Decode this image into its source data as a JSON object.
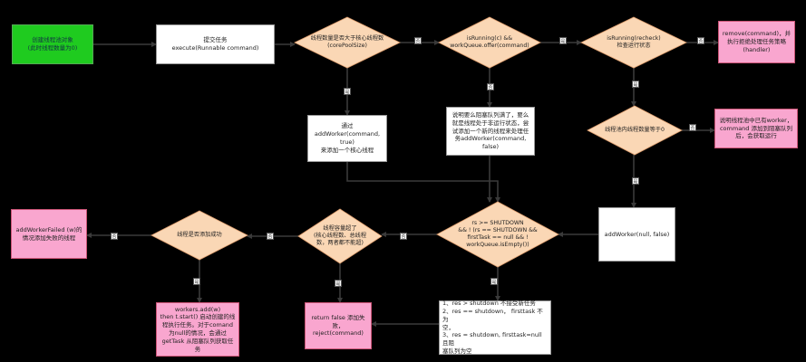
{
  "nodes": {
    "start": "创建线程池对象\n(此时线程数量为0)",
    "submit": "提交任务\nexecute(Runnable command)",
    "check_core": "线程数量是否大于核心线程数\n(corePoolSize)",
    "check_running_offer": "isRunning(c) &&\nworkQueue.offer(command)",
    "recheck": "isRunning(recheck)\n检查运行状态",
    "remove_reject": "remove(command)，并\n执行拒绝处理任务策略\n(handler)",
    "add_core_worker": "通过\naddWorker(command, true)\n来添加一个核心线程",
    "queue_full_note": "说明要么阻塞队列满了，要么\n就是线程处于非运行状态，尝\n试添加一个新的线程来处理任\n务addWorker(command, false)",
    "check_zero": "线程池内线程数量等于0",
    "worker_exists_note": "说明线程池中已有worker，\ncommand 添加到阻塞队列后，会获取运行",
    "add_null_worker": "addWorker(null, false)",
    "shutdown_check": "rs >= SHUTDOWN\n&& ! (rs == SHUTDOWN &&\nfirstTask == null &&    !\nworkQueue.isEmpty())",
    "capacity_check": "线程容量超了\n(核心线程数、总线程\n数，两者都不能超)",
    "add_success_check": "线程是否添加成功",
    "add_failed": "addWorkerFailed (w)的\n情况添加失败的线程",
    "workers_add": "workers.add(w)\nthen t.start() 启动创建的线\n程执行任务。对于comand\n为null的情况，会通过\ngetTask 从阻塞队列获取任\n务",
    "return_false": "return false 添加失败，\nreject(command)",
    "shutdown_note": "1、res > shutdown 不接受新任务\n2、res == shutdown， firsttask 不为\n空，\n3、res = shutdown, firsttask=null且阻\n塞队列为空"
  },
  "edge_labels": {
    "yes": "是",
    "no": "否"
  },
  "colors": {
    "arrow": "#3a3a3a",
    "diamond_fill": "#fad7b5",
    "diamond_stroke": "#e0a070"
  }
}
